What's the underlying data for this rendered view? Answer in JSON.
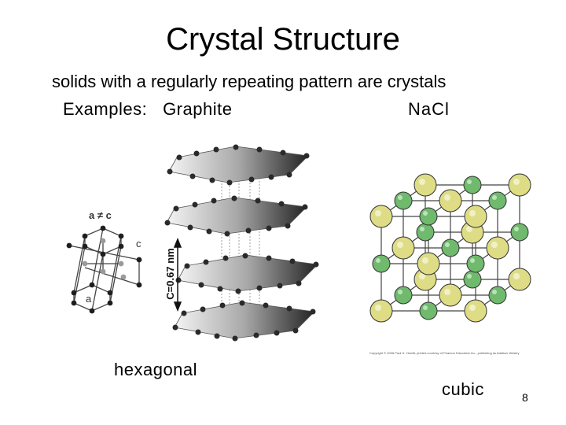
{
  "slide": {
    "title": "Crystal Structure",
    "subtitle": "solids with a regularly repeating pattern are crystals",
    "examples_label": "Examples:",
    "example_graphite": "Graphite",
    "example_nacl": "NaCl",
    "hexagonal_label": "hexagonal",
    "cubic_label": "cubic",
    "page_number": "8"
  },
  "hex_cell": {
    "relation": "a ≠ c",
    "label_c": "c",
    "label_a": "a"
  },
  "graphite": {
    "spacing_label": "C=0.67 nm"
  },
  "nacl": {
    "credit": "Copyright © 2006 Paul G. Hewitt, printed courtesy of Pearson Education Inc., publishing as Addison Wesley"
  },
  "colors": {
    "sodium": "#dedd86",
    "chloride": "#6fba6c",
    "atom_dark": "#2a2a2a"
  }
}
